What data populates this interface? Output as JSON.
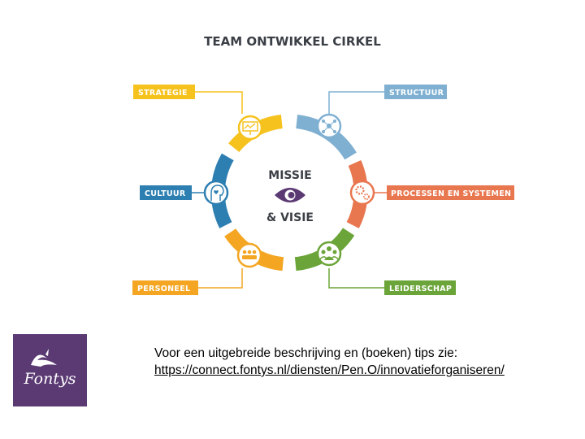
{
  "title": "TEAM ONTWIKKEL CIRKEL",
  "center": {
    "line1": "MISSIE",
    "line2": "& VISIE"
  },
  "labels": {
    "strategie": "STRATEGIE",
    "structuur": "STRUCTUUR",
    "cultuur": "CULTUUR",
    "processen": "PROCESSEN EN SYSTEMEN",
    "personeel": "PERSONEEL",
    "leiderschap": "LEIDERSCHAP"
  },
  "colors": {
    "strategie": "#f6c21d",
    "structuur": "#7fb0d2",
    "processen": "#e8764f",
    "leiderschap": "#6ba539",
    "personeel": "#f4a623",
    "cultuur": "#2e7fb1",
    "eye": "#5b3a74"
  },
  "icons": {
    "strategie": "presentation-board-icon",
    "structuur": "network-icon",
    "processen": "gears-icon",
    "leiderschap": "group-icon",
    "personeel": "people-icon",
    "cultuur": "head-heart-icon"
  },
  "info": {
    "text": "Voor een uitgebreide beschrijving en (boeken) tips zie:",
    "link": "https://connect.fontys.nl/diensten/Pen.O/innovatieforganiseren/"
  },
  "logo": {
    "text": "Fontys"
  }
}
